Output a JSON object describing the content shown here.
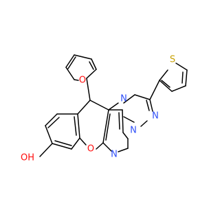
{
  "molecule": {
    "atom_labels": [
      {
        "id": "o-furan",
        "text": "O",
        "color": "#ff0d0d"
      },
      {
        "id": "o-pyran",
        "text": "O",
        "color": "#ff0d0d"
      },
      {
        "id": "oh",
        "text": "OH",
        "color": "#ff0d0d"
      },
      {
        "id": "s-thiophene",
        "text": "S",
        "color": "#c8a000"
      },
      {
        "id": "n1",
        "text": "N",
        "color": "#3050f8"
      },
      {
        "id": "n2",
        "text": "N",
        "color": "#3050f8"
      },
      {
        "id": "n3",
        "text": "N",
        "color": "#3050f8"
      },
      {
        "id": "n4",
        "text": "N",
        "color": "#3050f8"
      }
    ]
  }
}
